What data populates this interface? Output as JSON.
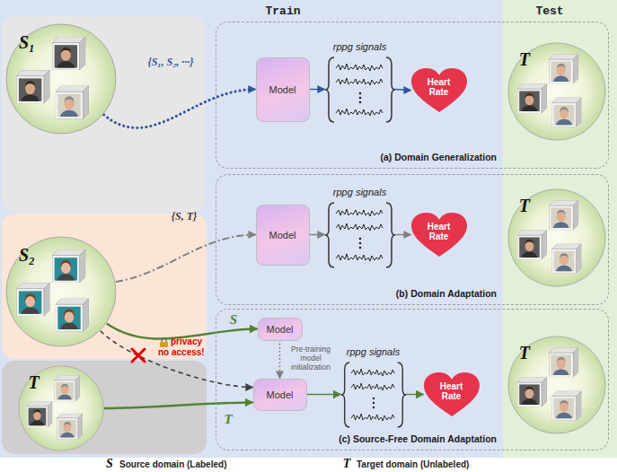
{
  "diagram": {
    "nodes": [
      {
        "text": [
          "S₁"
        ]
      },
      {
        "text": [
          "(a) Domain Generalization"
        ]
      },
      {
        "text": [
          "Model"
        ],
        "in": 1
      },
      {
        "text": [
          "rppg signals"
        ],
        "in": 1
      },
      {
        "text": [
          "Heart Rate"
        ],
        "in": 1
      },
      {
        "text": [
          "T"
        ],
        "in": 1
      },
      {
        "text": [
          "S₂"
        ]
      },
      {
        "text": [
          "(b) Domain Adaptation"
        ]
      },
      {
        "text": [
          "Model"
        ],
        "in": 7
      },
      {
        "text": [
          "rppg signals"
        ],
        "in": 7
      },
      {
        "text": [
          "Heart Rate"
        ],
        "in": 7
      },
      {
        "text": [
          "T"
        ],
        "in": 7
      },
      {
        "text": [
          "T"
        ]
      },
      {
        "text": [
          "(c) Source-Free Domain Adaptation"
        ]
      },
      {
        "text": [
          "Model"
        ],
        "in": 13
      },
      {
        "text": [
          "Model"
        ],
        "in": 13
      },
      {
        "text": [
          "rppg signals"
        ],
        "in": 13
      },
      {
        "text": [
          "Heart Rate"
        ],
        "in": 13
      },
      {
        "text": [
          "T"
        ],
        "in": 13
      }
    ],
    "edges": [
      {
        "from": 0,
        "to": 2,
        "arrow": "to",
        "label": "{S₁, S₂, ···}"
      },
      {
        "from": 2,
        "to": 3,
        "arrow": "to"
      },
      {
        "from": 3,
        "to": 4,
        "arrow": "to"
      },
      {
        "from": 6,
        "to": 8,
        "arrow": "to",
        "label": "{S, T}"
      },
      {
        "from": 8,
        "to": 9,
        "arrow": "to"
      },
      {
        "from": 9,
        "to": 10,
        "arrow": "to"
      },
      {
        "from": 6,
        "to": 14,
        "arrow": "to",
        "label": "S"
      },
      {
        "from": 6,
        "to": 15,
        "arrow": "to",
        "label": "privacy no access!"
      },
      {
        "from": 14,
        "to": 15,
        "arrow": "to",
        "label": "Pre-training model initialization"
      },
      {
        "from": 12,
        "to": 15,
        "arrow": "to",
        "label": "T"
      },
      {
        "from": 15,
        "to": 16,
        "arrow": "to"
      },
      {
        "from": 16,
        "to": 17,
        "arrow": "to"
      }
    ],
    "labels": [
      "Train",
      "Test",
      "S",
      "Source domain (Labeled)",
      "T",
      "Target domain (Unlabeled)"
    ]
  }
}
